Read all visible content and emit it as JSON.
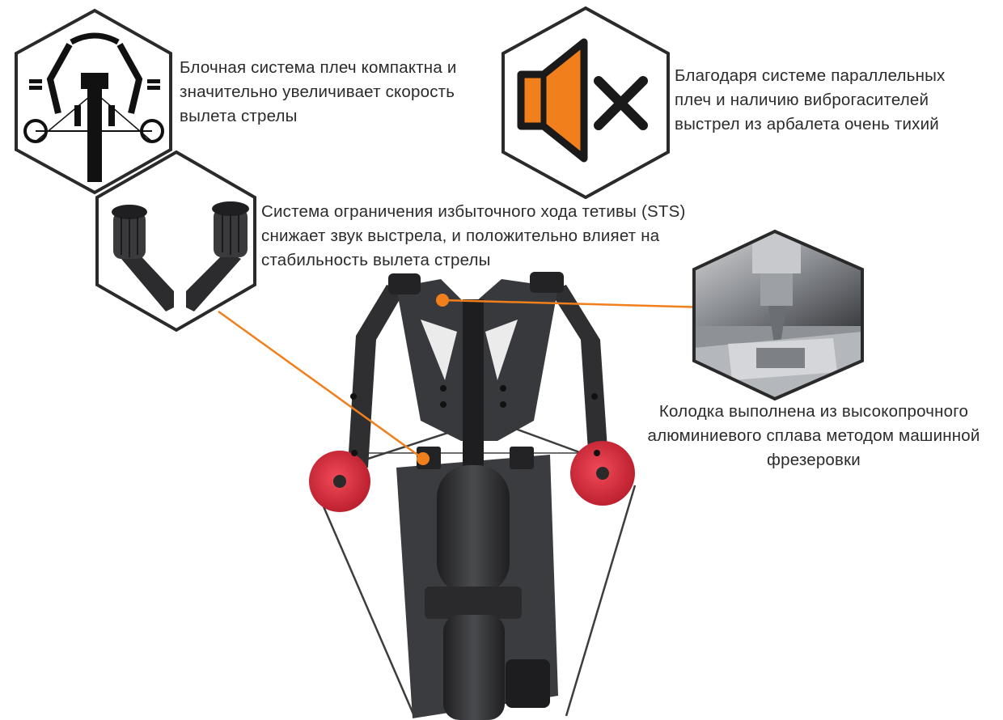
{
  "colors": {
    "accent": "#f07f1c",
    "hex_border": "#2a2a2a",
    "text": "#2b2b2b",
    "cam_red": "#d8283a",
    "metal_dark": "#2f2f31"
  },
  "features": [
    {
      "id": "compound-limbs",
      "icon": "compound-bow-icon",
      "lines": [
        "Блочная система плеч компактна и",
        "значительно увеличивает скорость",
        "вылета стрелы"
      ]
    },
    {
      "id": "silent-shot",
      "icon": "speaker-mute-icon",
      "lines": [
        "Благодаря системе параллельных",
        "плеч и наличию виброгасителей",
        "выстрел из арбалета очень тихий"
      ]
    },
    {
      "id": "sts-system",
      "icon": "string-stopper-icon",
      "lines": [
        "Система ограничения избыточного хода тетивы (STS)",
        "снижает звук выстрела, и положительно влияет на",
        "стабильность вылета стрелы"
      ]
    },
    {
      "id": "cnc-riser",
      "icon": "cnc-milling-icon",
      "lines": [
        "Колодка выполнена из высокопрочного",
        "алюминиевого сплава методом машинной",
        "фрезеровки"
      ]
    }
  ]
}
